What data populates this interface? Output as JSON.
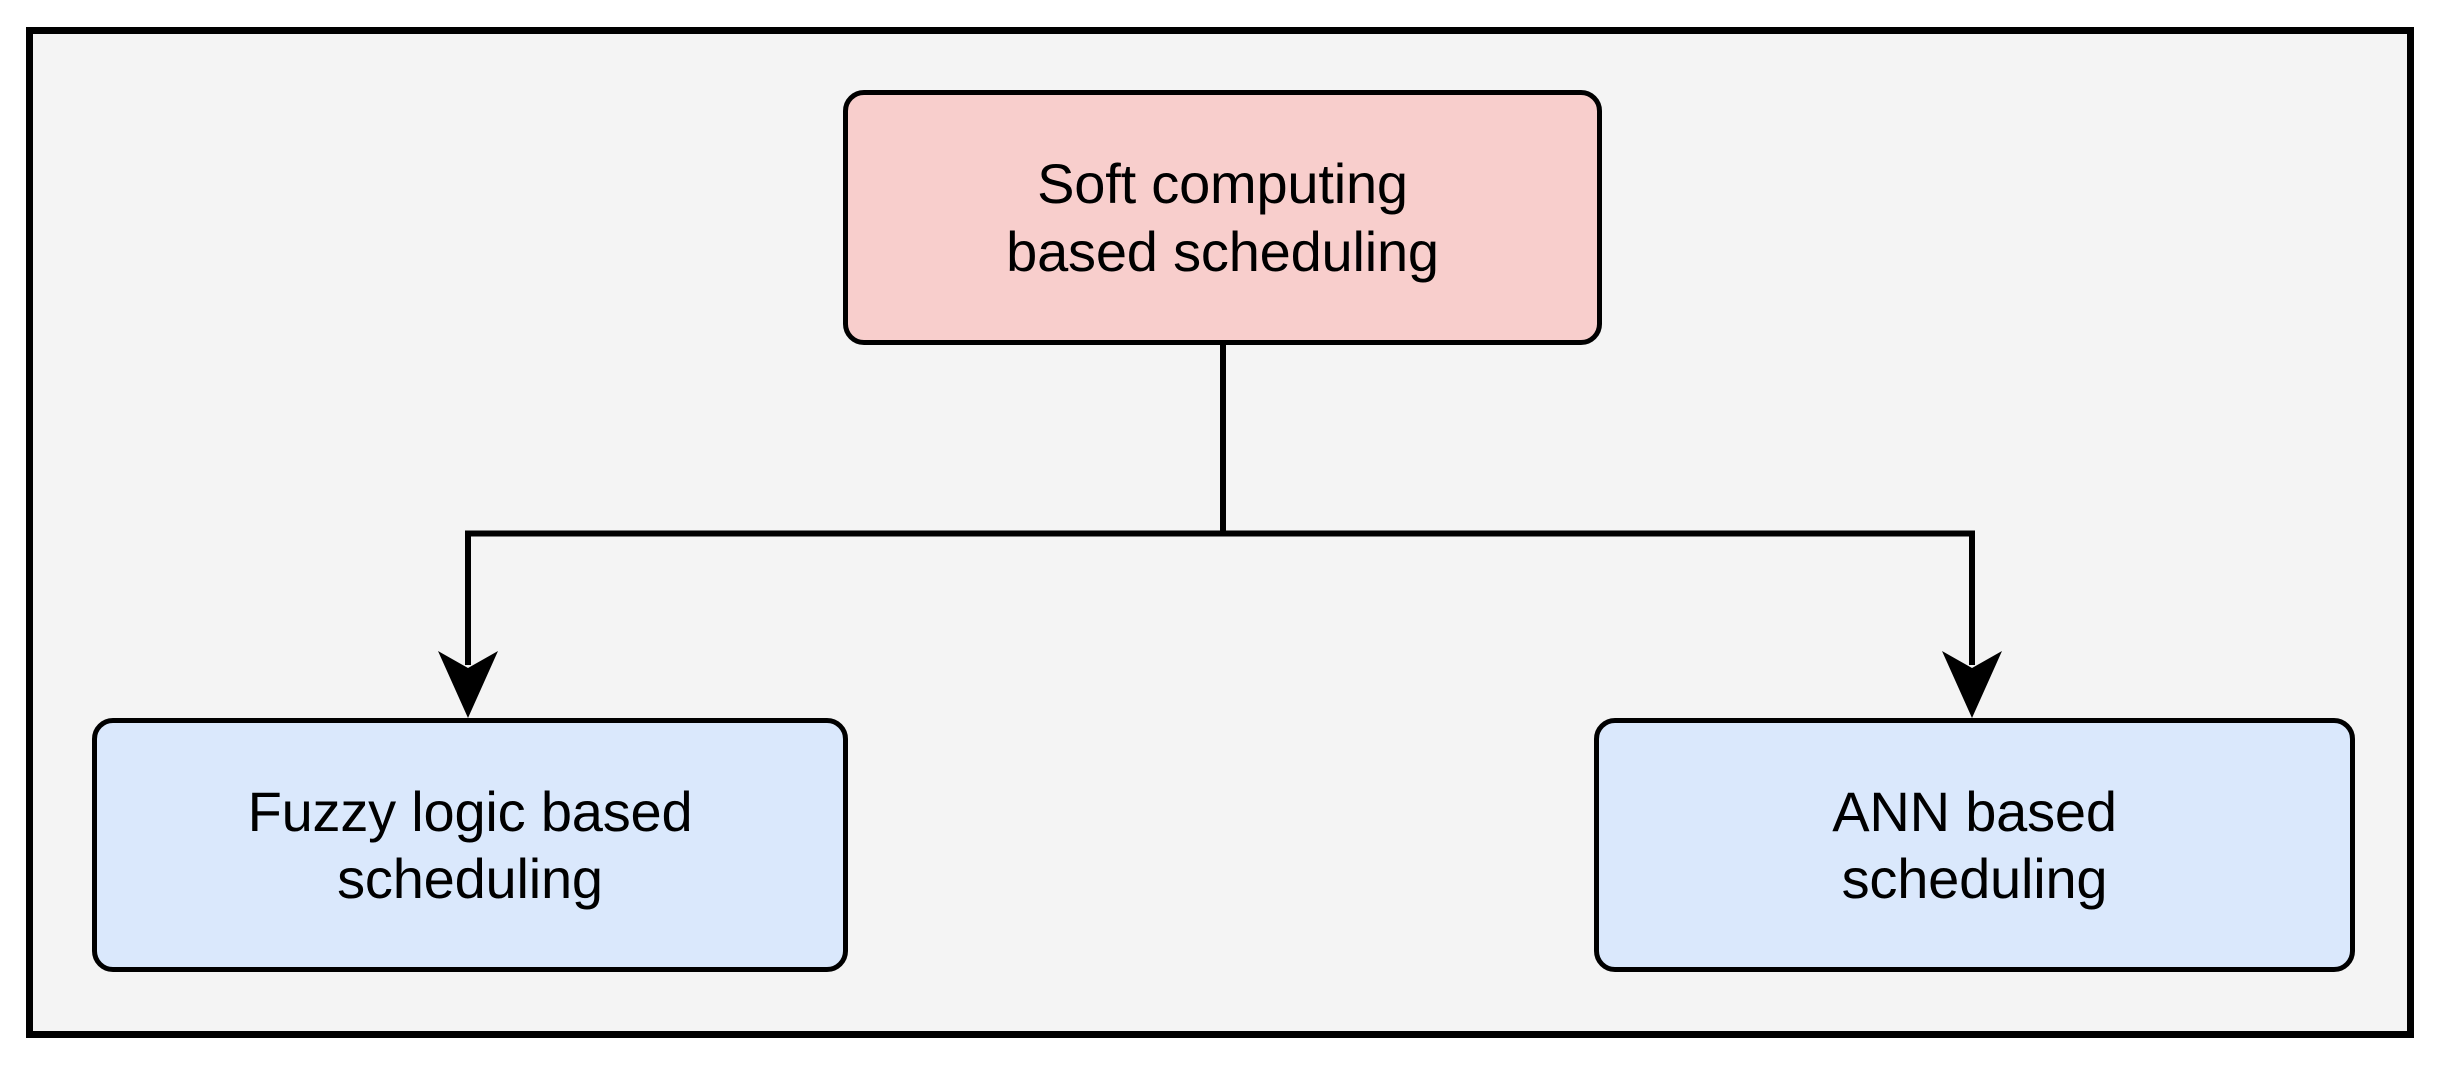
{
  "diagram": {
    "type": "hierarchy-tree",
    "title": "Soft computing based scheduling taxonomy",
    "frame": {
      "border_color": "#000000",
      "background_color": "#f4f4f4",
      "page_background_color": "#ffffff"
    },
    "nodes": [
      {
        "id": "root",
        "label": "Soft computing\nbased scheduling",
        "line1": "Soft computing",
        "line2": "based scheduling",
        "fill_color": "#f8cecc",
        "border_color": "#000000",
        "level": 0
      },
      {
        "id": "fuzzy",
        "label": "Fuzzy logic based\nscheduling",
        "line1": "Fuzzy logic based",
        "line2": "scheduling",
        "fill_color": "#dae8fc",
        "border_color": "#000000",
        "level": 1
      },
      {
        "id": "ann",
        "label": "ANN based\nscheduling",
        "line1": "ANN based",
        "line2": "scheduling",
        "fill_color": "#dae8fc",
        "border_color": "#000000",
        "level": 1
      }
    ],
    "edges": [
      {
        "id": "root-to-fuzzy",
        "from": "root",
        "to": "fuzzy",
        "style": "orthogonal",
        "arrowhead": "filled-triangle",
        "color": "#000000"
      },
      {
        "id": "root-to-ann",
        "from": "root",
        "to": "ann",
        "style": "orthogonal",
        "arrowhead": "filled-triangle",
        "color": "#000000"
      }
    ]
  }
}
